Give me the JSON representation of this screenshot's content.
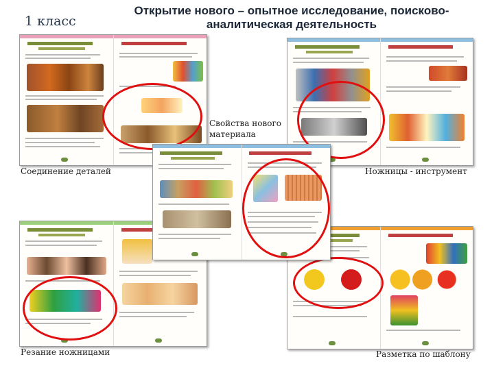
{
  "header": {
    "grade": "1 класс",
    "title": "Открытие нового – опытное исследование, поисково-аналитическая деятельность"
  },
  "captions": {
    "joining": "Соединение деталей",
    "material_properties": "Свойства нового материала",
    "scissors_tool": "Ножницы - инструмент",
    "cutting": "Резание ножницами",
    "template": "Разметка по шаблону"
  },
  "colors": {
    "highlight": "#e01010",
    "page_green": "#6b8f3e",
    "page_pink": "#e9a0b8",
    "page_blue": "#8fbfe0",
    "page_orange": "#f0a030"
  }
}
